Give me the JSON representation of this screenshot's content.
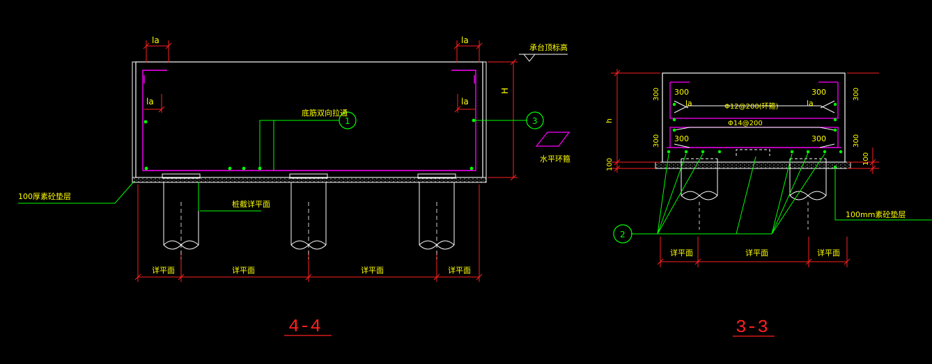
{
  "section_44": {
    "title": "4-4",
    "la_label": "la",
    "top_elev_label": "承台顶标高",
    "height_label": "H",
    "bottom_bar_note": "底筋双向拉通",
    "callout_1": "1",
    "callout_3": "3",
    "hoop_note": "水平环箍",
    "cushion_note": "100厚素砼垫层",
    "pile_cap_note": "桩截详平面",
    "dim_labels": [
      "详平面",
      "详平面",
      "详平面",
      "详平面"
    ]
  },
  "section_33": {
    "title": "3-3",
    "h_label": "h",
    "la_label": "la",
    "dim_300": "300",
    "dim_100": "100",
    "rebar_top": "Φ12@200(环箍)",
    "rebar_mid": "Φ14@200",
    "callout_2": "2",
    "cushion_note": "100mm素砼垫层",
    "dim_labels": [
      "详平面",
      "详平面",
      "详平面"
    ]
  },
  "colors": {
    "concrete": "#ffffff",
    "rebar": "#ff00ff",
    "leader": "#00ff00",
    "dimension": "#ff0000",
    "text": "#ffff00",
    "title": "#ff2020"
  }
}
